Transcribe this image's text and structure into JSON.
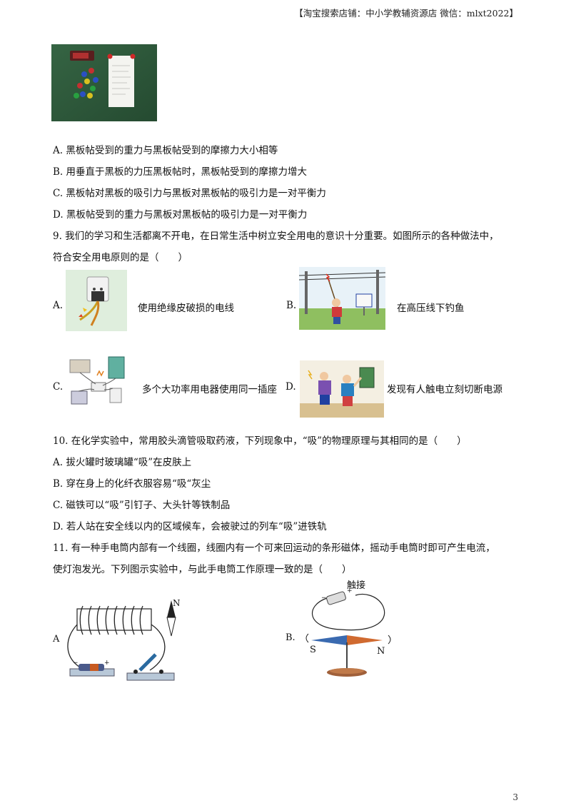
{
  "header": "【淘宝搜索店铺：中小学教辅资源店 微信：mlxt2022】",
  "q8": {
    "options": [
      "A. 黑板帖受到的重力与黑板帖受到的摩擦力大小相等",
      "B. 用垂直于黑板的力压黑板帖时，黑板帖受到的摩擦力增大",
      "C. 黑板帖对黑板的吸引力与黑板对黑板帖的吸引力是一对平衡力",
      "D. 黑板帖受到的重力与黑板对黑板帖的吸引力是一对平衡力"
    ]
  },
  "q9": {
    "stem_line1": "9. 我们的学习和生活都离不开电，在日常生活中树立安全用电的意识十分重要。如图所示的各种做法中，",
    "stem_line2": "符合安全用电原则的是（　　）",
    "options": [
      {
        "letter": "A.",
        "text": "使用绝缘皮破损的电线"
      },
      {
        "letter": "B.",
        "text": "在高压线下钓鱼"
      },
      {
        "letter": "C.",
        "text": "多个大功率用电器使用同一插座"
      },
      {
        "letter": "D.",
        "text": "发现有人触电立刻切断电源"
      }
    ]
  },
  "q10": {
    "stem": "10. 在化学实验中，常用胶头滴管吸取药液，下列现象中，“吸”的物理原理与其相同的是（　　）",
    "options": [
      "A. 拔火罐时玻璃罐“吸”在皮肤上",
      "B. 穿在身上的化纤衣服容易“吸“灰尘",
      "C. 磁铁可以“吸”引钉子、大头针等铁制品",
      "D. 若人站在安全线以内的区域候车，会被驶过的列车“吸”进铁轨"
    ]
  },
  "q11": {
    "stem_line1": "11. 有一种手电筒内部有一个线圈，线圈内有一个可来回运动的条形磁体，摇动手电筒时即可产生电流，",
    "stem_line2": "使灯泡发光。下列图示实验中，与此手电筒工作原理一致的是（　　）",
    "optA": {
      "letter": "A",
      "compass_label": "N"
    },
    "optB": {
      "letter": "B.",
      "touch_label": "触接",
      "s_label": "S",
      "n_label": "N",
      "minus": "−",
      "plus": "+"
    },
    "optA_battery": {
      "minus": "−",
      "plus": "+"
    }
  },
  "page_number": "3"
}
